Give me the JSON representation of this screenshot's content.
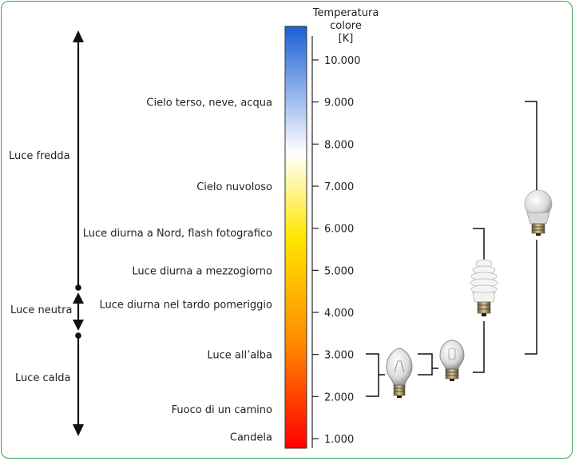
{
  "axis": {
    "title_lines": [
      "Temperatura",
      "colore",
      "[K]"
    ],
    "ticks": [
      {
        "value": 1000,
        "label": "1.000"
      },
      {
        "value": 2000,
        "label": "2.000"
      },
      {
        "value": 3000,
        "label": "3.000"
      },
      {
        "value": 4000,
        "label": "4.000"
      },
      {
        "value": 5000,
        "label": "5.000"
      },
      {
        "value": 6000,
        "label": "6.000"
      },
      {
        "value": 7000,
        "label": "7.000"
      },
      {
        "value": 8000,
        "label": "8.000"
      },
      {
        "value": 9000,
        "label": "9.000"
      },
      {
        "value": 10000,
        "label": "10.000"
      }
    ]
  },
  "sources": [
    {
      "label": "Cielo terso, neve, acqua",
      "temp": 9000
    },
    {
      "label": "Cielo nuvoloso",
      "temp": 7000
    },
    {
      "label": "Luce diurna a Nord, flash fotografico",
      "temp": 5900
    },
    {
      "label": "Luce diurna a mezzogiorno",
      "temp": 5000
    },
    {
      "label": "Luce diurna nel tardo pomeriggio",
      "temp": 4200
    },
    {
      "label": "Luce all’alba",
      "temp": 3000
    },
    {
      "label": "Fuoco di un camino",
      "temp": 1700
    },
    {
      "label": "Candela",
      "temp": 1050
    }
  ],
  "light_ranges": [
    {
      "label": "Luce fredda"
    },
    {
      "label": "Luce neutra"
    },
    {
      "label": "Luce calda"
    }
  ],
  "bulbs": [
    {
      "name": "incandescent-bulb-icon",
      "from": 2000,
      "to": 3000
    },
    {
      "name": "halogen-bulb-icon",
      "from": 2600,
      "to": 3000
    },
    {
      "name": "fluorescent-bulb-icon",
      "from": 2600,
      "to": 6000
    },
    {
      "name": "led-bulb-icon",
      "from": 3000,
      "to": 9000
    }
  ],
  "colors": {
    "frame": "#3aa35b",
    "gradient": [
      "#ff0000",
      "#ff8800",
      "#ffee00",
      "#ffffff",
      "#1a5fd6"
    ]
  }
}
